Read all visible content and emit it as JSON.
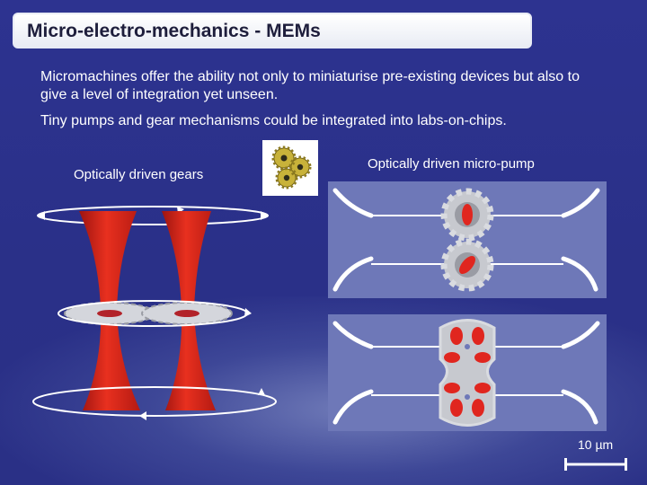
{
  "title": "Micro-electro-mechanics - MEMs",
  "paragraphs": [
    "Micromachines offer the ability not only to miniaturise pre-existing devices but also to give a level of integration yet unseen.",
    "Tiny pumps and gear mechanisms could be integrated into labs-on-chips."
  ],
  "captions": {
    "left": "Optically driven gears",
    "right": "Optically driven micro-pump"
  },
  "scale_bar": "10 µm",
  "colors": {
    "background": "#2a3088",
    "laser_beam": "#e0261f",
    "panel": "#6e78b8",
    "gear_gray": "#c7c9cf",
    "gold_gear": "#c8b23a"
  },
  "icons": [
    "gold-gears-icon",
    "laser-beam-icon",
    "gear-icon",
    "rotation-arrow-icon",
    "flow-arrow-icon"
  ]
}
